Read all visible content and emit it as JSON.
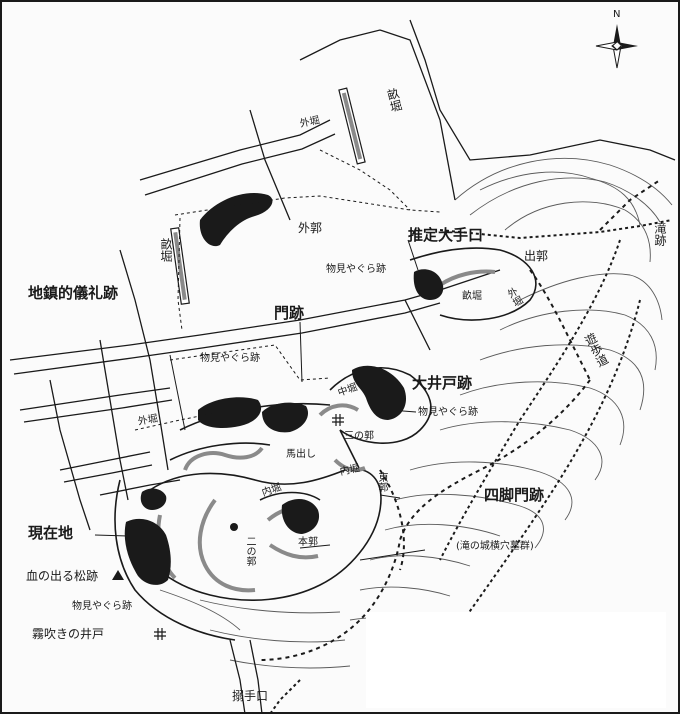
{
  "labels": {
    "sotoguruwa": "外郭",
    "suitei_ote": "推定大手口",
    "degaru": "出郭",
    "taki_ato": "滝跡",
    "sanpo": "遊歩道",
    "jichin": "地鎮的儀礼跡",
    "monato": "門跡",
    "monomi1": "物見やぐら跡",
    "monomi2": "物見やぐら跡",
    "monomi3": "物見やぐら跡",
    "monomi4": "物見やぐら跡",
    "ooido": "大井戸跡",
    "sannokaku": "三の郭",
    "umadashi": "馬出し",
    "higashiguruwa": "東郭",
    "yotsuashi": "四脚門跡",
    "genzaichi": "現在地",
    "honkaku": "本郭",
    "ninokaku": "二の郭",
    "kofun": "(滝の城横穴墓群)",
    "matsu": "血の出る松跡",
    "kirifuki": "霧吹きの井戸",
    "karamete": "搦手口",
    "unebori1": "畝堀",
    "unebori2": "畝堀",
    "unebori3": "畝堀",
    "sotobori1": "外堀",
    "sotobori2": "外堀",
    "sotobori3": "外堀",
    "nakabori": "中堀",
    "uchibori1": "内堀",
    "uchibori2": "内堀",
    "compass_n": "N"
  },
  "colors": {
    "ink": "#1a1a1a",
    "paper": "#fbfbfb",
    "shade": "#8a8a8a"
  }
}
